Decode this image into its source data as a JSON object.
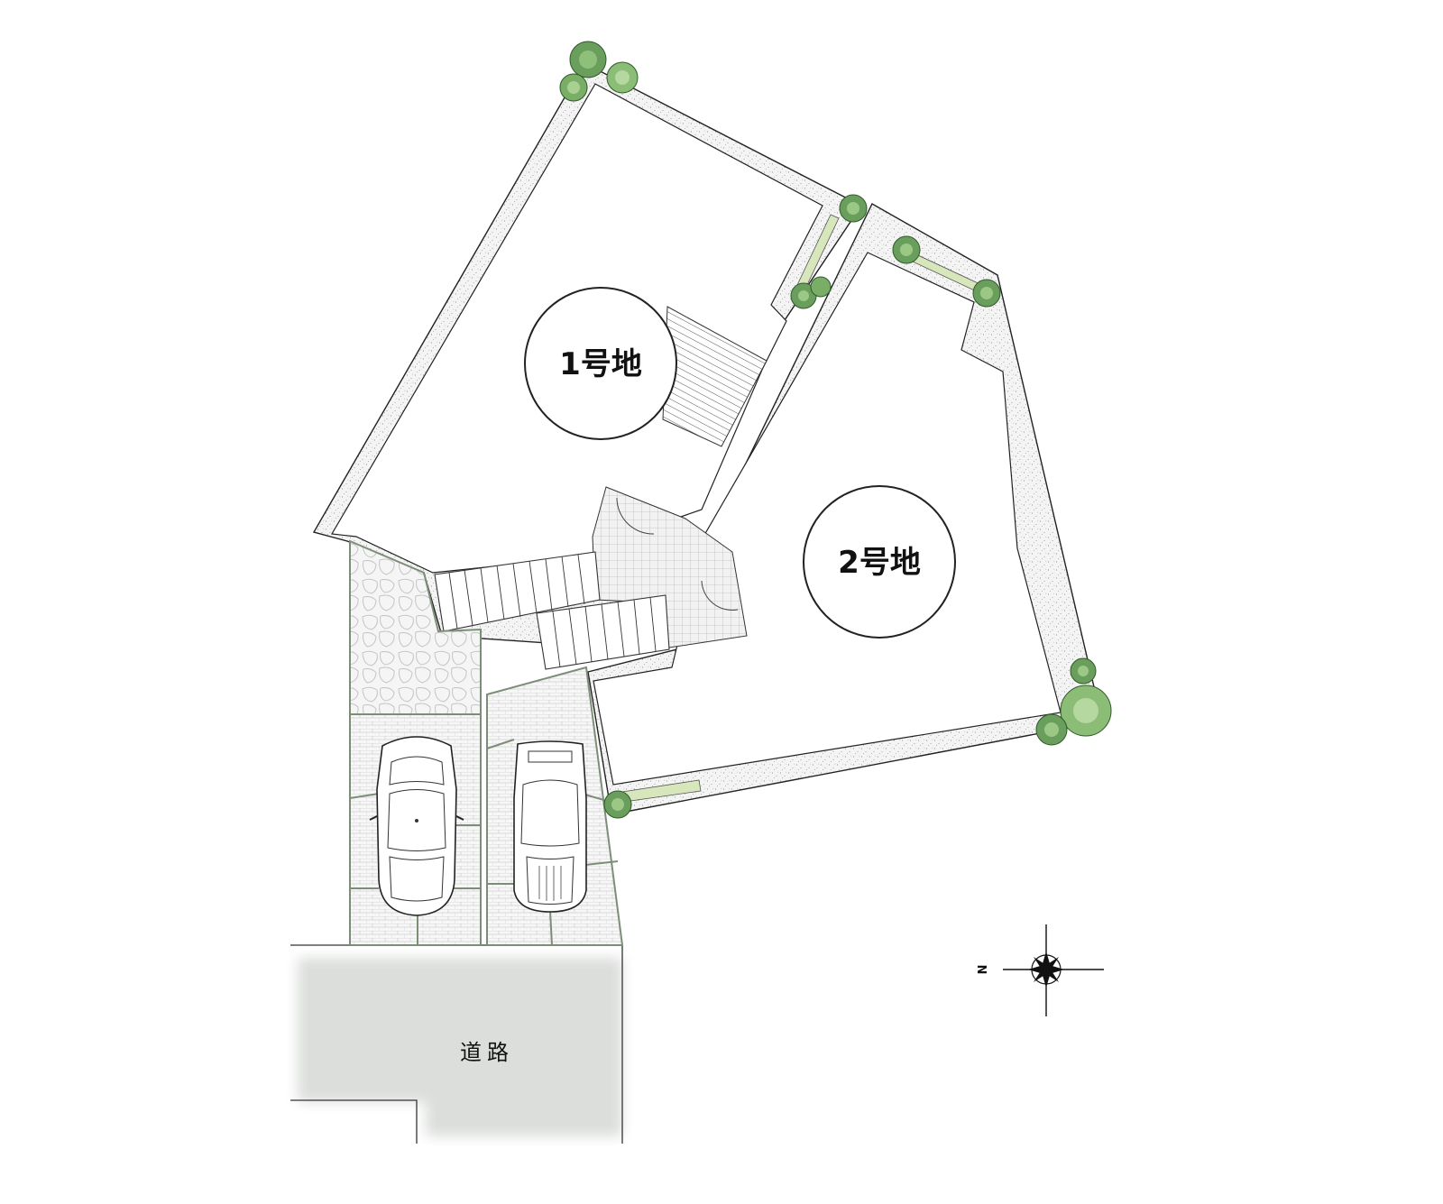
{
  "lots": [
    {
      "label": "1号地"
    },
    {
      "label": "2号地"
    }
  ],
  "road": {
    "label": "道路"
  },
  "compass": {
    "north_label": "N"
  },
  "colors": {
    "line": "#2a2a2a",
    "gravel": "#f3f3f3",
    "garden_strip": "#d8e6bc",
    "tree_dark": "#6a9e5c",
    "tree_light": "#a7cf8e",
    "road": "#e2e3e2",
    "paving_edge": "#7d8e78",
    "deck": "#cccccc"
  }
}
